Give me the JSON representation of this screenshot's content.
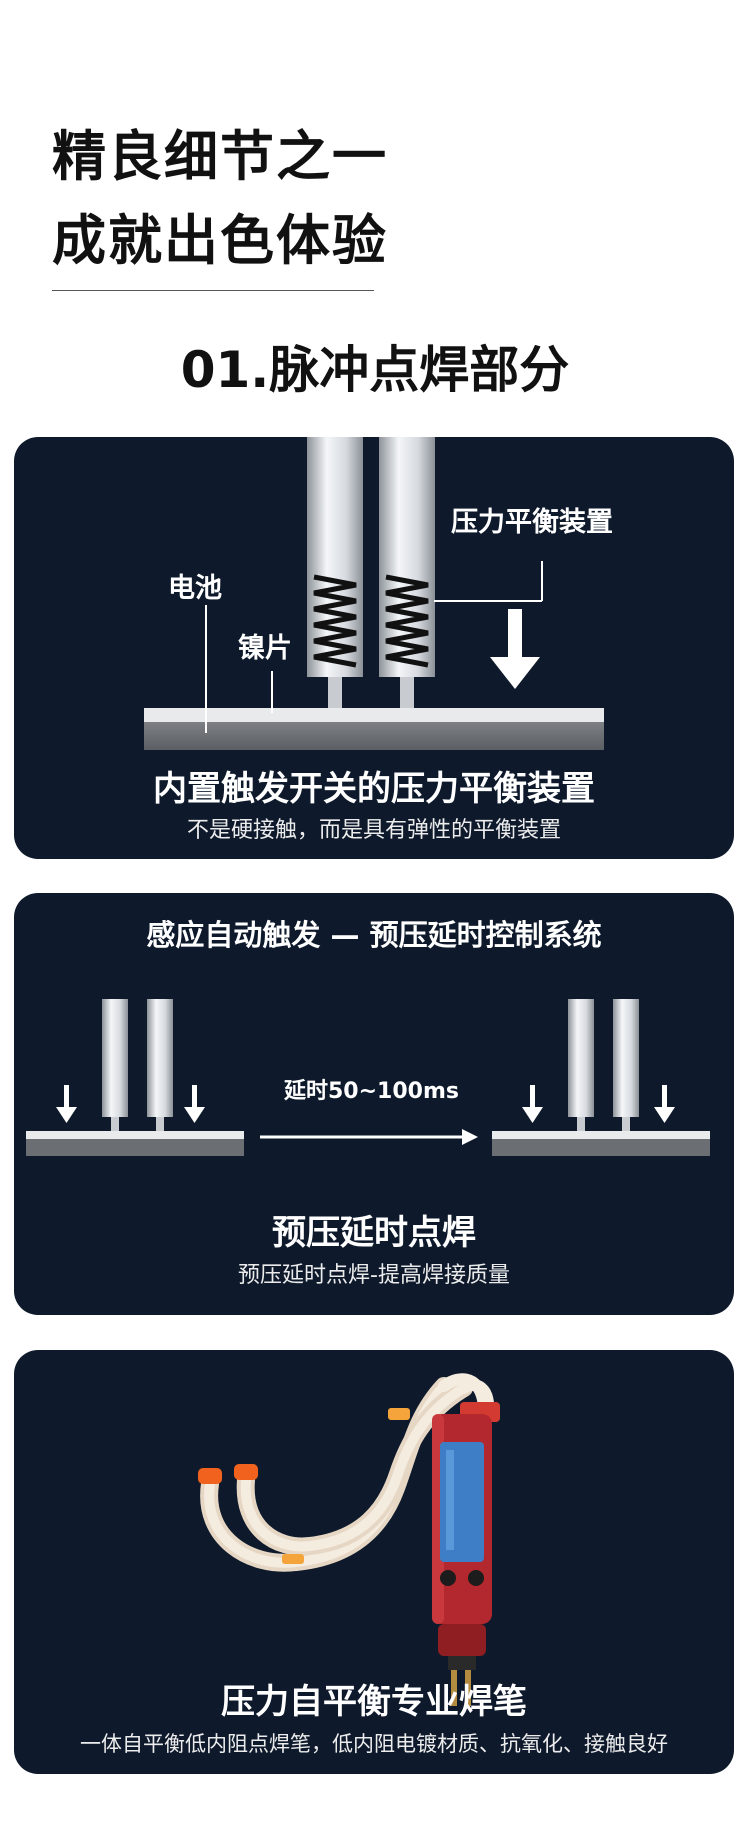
{
  "header": {
    "line1": "精良细节之一",
    "line2": "成就出色体验",
    "section_title": "01.脉冲点焊部分"
  },
  "card1": {
    "label_device": "压力平衡装置",
    "label_battery": "电池",
    "label_nickel": "镍片",
    "title": "内置触发开关的压力平衡装置",
    "subtitle": "不是硬接触，而是具有弹性的平衡装置"
  },
  "card2": {
    "heading": "感应自动触发 — 预压延时控制系统",
    "delay_label": "延时50~100ms",
    "title": "预压延时点焊",
    "subtitle": "预压延时点焊-提高焊接质量"
  },
  "card3": {
    "title": "压力自平衡专业焊笔",
    "subtitle": "一体自平衡低内阻点焊笔，低内阻电镀材质、抗氧化、接触良好"
  },
  "colors": {
    "card_bg": "#0e1a2c",
    "pen_body": "#b3282e",
    "cable": "#f2e6d8",
    "clip": "#f0621d",
    "screen": "#3d7ec6"
  }
}
